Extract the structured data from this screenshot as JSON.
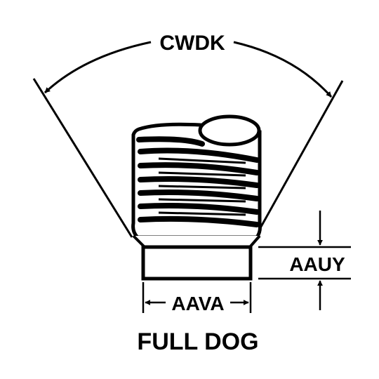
{
  "diagram": {
    "labels": {
      "angle": "CWDK",
      "height": "AAUY",
      "width": "AAVA",
      "caption": "FULL DOG"
    },
    "colors": {
      "ink": "#000000",
      "paper": "#ffffff"
    }
  }
}
